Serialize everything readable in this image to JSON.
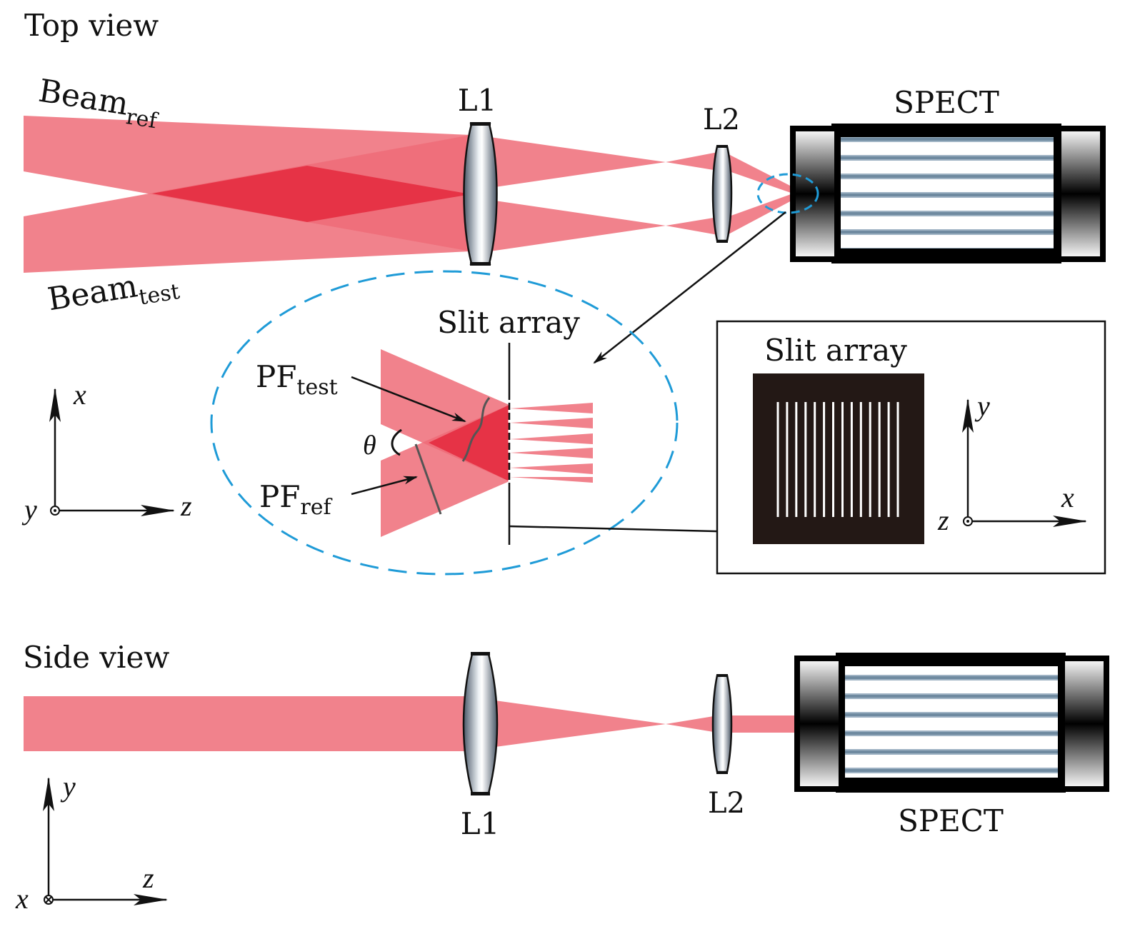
{
  "top_view": {
    "title": "Top view",
    "beam_ref_main": "Beam",
    "beam_ref_sub": "ref",
    "beam_test_main": "Beam",
    "beam_test_sub": "test",
    "lens1": "L1",
    "lens2": "L2",
    "spectrometer": "SPECT"
  },
  "zoom_inset": {
    "slit_label": "Slit array",
    "pf_test_main": "PF",
    "pf_test_sub": "test",
    "pf_ref_main": "PF",
    "pf_ref_sub": "ref",
    "angle": "θ"
  },
  "slit_panel": {
    "label": "Slit array",
    "slit_count": 14,
    "axis_vertical": "y",
    "axis_horizontal": "x",
    "axis_out": "z"
  },
  "top_axes": {
    "vertical": "x",
    "horizontal": "z",
    "out": "y"
  },
  "side_view": {
    "title": "Side view",
    "lens1": "L1",
    "lens2": "L2",
    "spectrometer": "SPECT"
  },
  "side_axes": {
    "vertical": "y",
    "horizontal": "z",
    "in": "x"
  },
  "colors": {
    "beam": "#ee6c78",
    "beam_overlap": "#e63346",
    "zoom_outline": "#1f9bd7",
    "slit_panel_bg": "#231815"
  }
}
